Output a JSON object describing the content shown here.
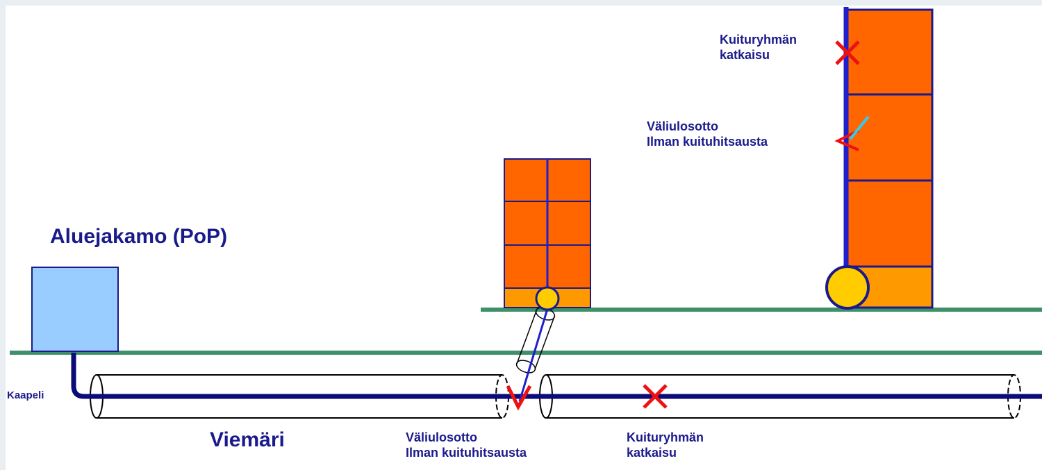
{
  "labels": {
    "pop": "Aluejakamo (PoP)",
    "cable": "Kaapeli",
    "sewer": "Viemäri",
    "tap_bottom": [
      "Väliulosotto",
      "Ilman kuituhitsausta"
    ],
    "cut_bottom": [
      "Kuituryhmän",
      "katkaisu"
    ],
    "cut_top": [
      "Kuituryhmän",
      "katkaisu"
    ],
    "tap_top": [
      "Väliulosotto",
      "Ilman kuituhitsausta"
    ]
  },
  "colors": {
    "background": "#e9eef3",
    "panel": "#ffffff",
    "ground_line": "#3f8f6a",
    "cable": "#0b0b7a",
    "building_fill": "#ff6600",
    "building_base": "#ff9900",
    "building_stroke": "#1a1a8c",
    "riser": "#1f1fcc",
    "joint": "#ffcc00",
    "pop_box": "#99ccff",
    "mark_red": "#ee1111",
    "fiber_cyan": "#33ccee",
    "text": "#1a1a8c"
  },
  "icons": [
    "cut-x-icon",
    "tap-v-icon"
  ]
}
